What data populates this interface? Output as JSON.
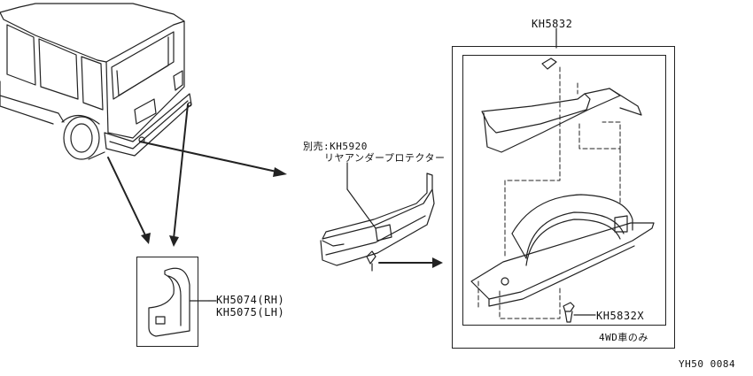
{
  "labels": {
    "main_kit": "KH5832",
    "protector_line1": "別売:KH5920",
    "protector_line2": "リヤアンダープロテクター",
    "mudguard_rh": "KH5074(RH)",
    "mudguard_lh": "KH5075(LH)",
    "clip": "KH5832X",
    "note_4wd": "4WD車のみ",
    "figure_code": "YH50 0084"
  },
  "colors": {
    "line": "#222222",
    "background": "#ffffff"
  }
}
